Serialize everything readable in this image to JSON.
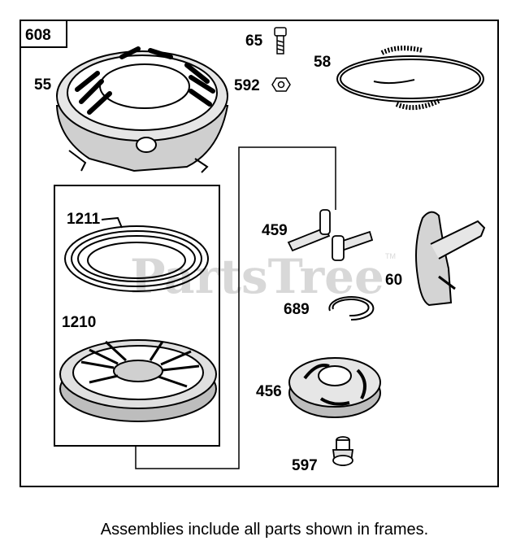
{
  "diagram": {
    "assembly_number": "608",
    "watermark": "PartsTree",
    "watermark_tm": "TM",
    "parts": [
      {
        "id": "65",
        "name": "bolt-icon"
      },
      {
        "id": "58",
        "name": "rope-icon"
      },
      {
        "id": "55",
        "name": "blower-housing-icon"
      },
      {
        "id": "592",
        "name": "nut-icon"
      },
      {
        "id": "1211",
        "name": "rewind-spring-icon"
      },
      {
        "id": "1210",
        "name": "pulley-icon"
      },
      {
        "id": "459",
        "name": "pawl-icon"
      },
      {
        "id": "60",
        "name": "starter-handle-icon"
      },
      {
        "id": "689",
        "name": "retaining-ring-icon"
      },
      {
        "id": "456",
        "name": "starter-hub-icon"
      },
      {
        "id": "597",
        "name": "screw-icon"
      }
    ]
  },
  "caption": "Assemblies include all parts shown in frames."
}
